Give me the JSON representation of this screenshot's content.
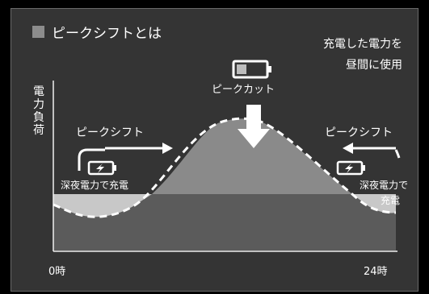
{
  "title": "ピークシフトとは",
  "note": {
    "line1": "充電した電力を",
    "line2": "昼間に使用"
  },
  "y_axis_label": "電力負荷",
  "labels": {
    "peak_cut": "ピークカット",
    "peak_shift_left": "ピークシフト",
    "peak_shift_right": "ピークシフト",
    "night_charge_left": "深夜電力で充電",
    "night_charge_right_line1": "深夜電力で",
    "night_charge_right_line2": "充電"
  },
  "x_axis": {
    "start": "0時",
    "end": "24時"
  },
  "colors": {
    "background": "#343434",
    "original_load_area": "#8a8a8a",
    "shifted_load_area": "#5b5b5b",
    "night_area": "#c8c8c8",
    "title_square": "#8c8c8c",
    "battery_charge": "#bdbdbd"
  },
  "icons": {
    "battery_peak": "battery-low-icon",
    "battery_left": "battery-charging-icon",
    "battery_right": "battery-charging-icon",
    "arrow_down": "arrow-down-icon",
    "arrow_left_shift": "arrow-right-icon",
    "arrow_right_shift": "arrow-left-icon",
    "curve_arrow_left": "curved-arrow-icon",
    "curve_arrow_right": "curved-arrow-icon"
  }
}
